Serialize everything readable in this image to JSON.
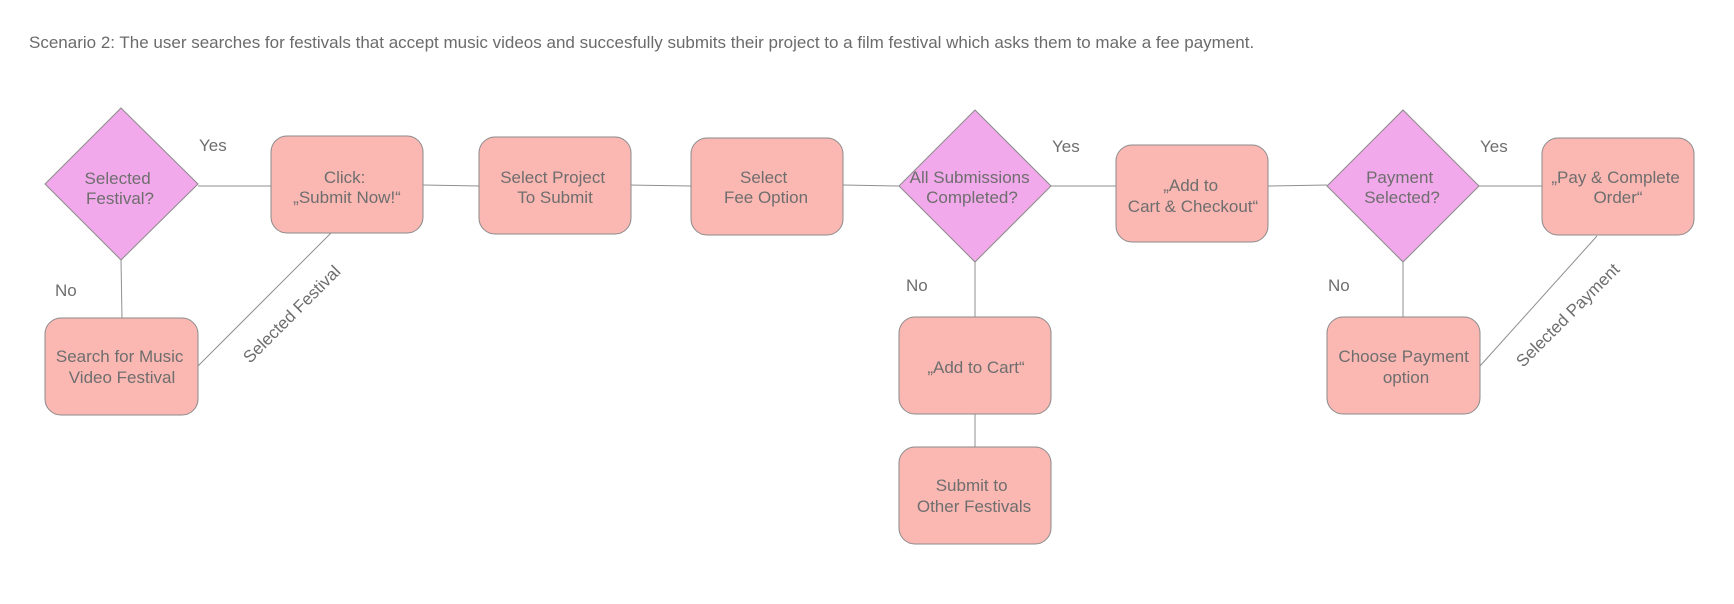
{
  "caption": "Scenario 2: The user searches for festivals that accept music videos and succesfully submits their project to a film festival which asks them to make a fee payment.",
  "colors": {
    "process_fill": "#fbb8b3",
    "decision_fill": "#f2a9eb",
    "stroke": "#8a8a8a",
    "text": "#6e6e6e"
  },
  "nodes": {
    "selected_festival": {
      "shape": "decision",
      "lines": [
        "Selected",
        "Festival?"
      ]
    },
    "search_music_video": {
      "shape": "process",
      "lines": [
        "Search for Music",
        "Video Festival"
      ]
    },
    "click_submit_now": {
      "shape": "process",
      "lines": [
        "Click:",
        "„Submit Now!“"
      ]
    },
    "select_project": {
      "shape": "process",
      "lines": [
        "Select Project",
        "To Submit"
      ]
    },
    "select_fee": {
      "shape": "process",
      "lines": [
        "Select",
        "Fee Option"
      ]
    },
    "all_submissions": {
      "shape": "decision",
      "lines": [
        "All Submissions",
        "Completed?"
      ]
    },
    "add_to_cart": {
      "shape": "process",
      "lines": [
        "„Add to Cart“"
      ]
    },
    "submit_other": {
      "shape": "process",
      "lines": [
        "Submit to",
        "Other Festivals"
      ]
    },
    "add_cart_checkout": {
      "shape": "process",
      "lines": [
        "„Add to",
        "Cart & Checkout“"
      ]
    },
    "payment_selected": {
      "shape": "decision",
      "lines": [
        "Payment",
        "Selected?"
      ]
    },
    "choose_payment": {
      "shape": "process",
      "lines": [
        "Choose Payment",
        "option"
      ]
    },
    "pay_complete": {
      "shape": "process",
      "lines": [
        "„Pay & Complete",
        "Order“"
      ]
    }
  },
  "edges": [
    {
      "from": "selected_festival",
      "to": "click_submit_now",
      "label": "Yes"
    },
    {
      "from": "selected_festival",
      "to": "search_music_video",
      "label": "No"
    },
    {
      "from": "search_music_video",
      "to": "click_submit_now",
      "label": "Selected Festival"
    },
    {
      "from": "click_submit_now",
      "to": "select_project",
      "label": ""
    },
    {
      "from": "select_project",
      "to": "select_fee",
      "label": ""
    },
    {
      "from": "select_fee",
      "to": "all_submissions",
      "label": ""
    },
    {
      "from": "all_submissions",
      "to": "add_cart_checkout",
      "label": "Yes"
    },
    {
      "from": "all_submissions",
      "to": "add_to_cart",
      "label": "No"
    },
    {
      "from": "add_to_cart",
      "to": "submit_other",
      "label": ""
    },
    {
      "from": "add_cart_checkout",
      "to": "payment_selected",
      "label": ""
    },
    {
      "from": "payment_selected",
      "to": "pay_complete",
      "label": "Yes"
    },
    {
      "from": "payment_selected",
      "to": "choose_payment",
      "label": "No"
    },
    {
      "from": "choose_payment",
      "to": "pay_complete",
      "label": "Selected Payment"
    }
  ]
}
